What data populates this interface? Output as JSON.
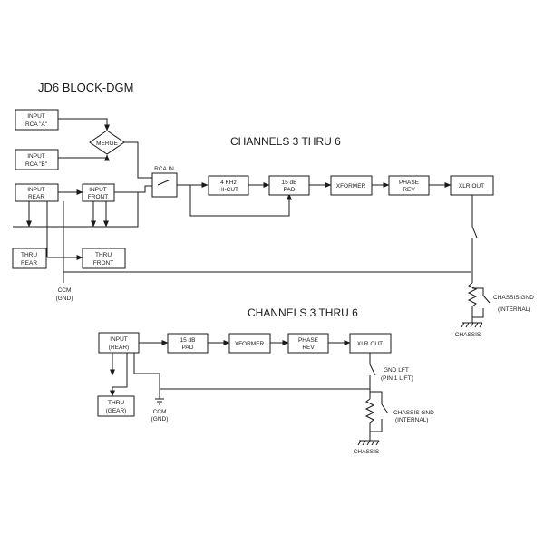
{
  "title": "JD6 BLOCK-DGM",
  "top": {
    "heading": "CHANNELS 3 THRU 6",
    "input_rca_a": [
      "INPUT",
      "RCA \"A\""
    ],
    "input_rca_b": [
      "INPUT",
      "RCA \"B\""
    ],
    "merge": "MERGE",
    "input_rear": [
      "INPUT",
      "REAR"
    ],
    "input_front": [
      "INPUT",
      "FRONT"
    ],
    "thru_rear": [
      "THRU",
      "REAR"
    ],
    "thru_front": [
      "THRU",
      "FRONT"
    ],
    "rca_in": "RCA IN",
    "hicut": [
      "4 KHz",
      "HI-CUT"
    ],
    "pad": [
      "15 dB",
      "PAD"
    ],
    "xformer": "XFORMER",
    "phase": [
      "PHASE",
      "REV"
    ],
    "xlr_out": "XLR OUT",
    "ccm": [
      "CCM",
      "(GND)"
    ],
    "chassis_gnd": [
      "CHASSIS GND",
      "(INTERNAL)"
    ],
    "chassis": "CHASSIS"
  },
  "bottom": {
    "heading": "CHANNELS 3 THRU 6",
    "input_rear": [
      "INPUT",
      "(REAR)"
    ],
    "pad": [
      "15 dB",
      "PAD"
    ],
    "xformer": "XFORMER",
    "phase": [
      "PHASE",
      "REV"
    ],
    "xlr_out": "XLR OUT",
    "thru_gear": [
      "THRU",
      "(GEAR)"
    ],
    "ccm": [
      "CCM",
      "(GND)"
    ],
    "gnd_lift": [
      "GND LFT",
      "(PIN 1 LIFT)"
    ],
    "chassis_gnd": [
      "CHASSIS GND",
      "(INTERNAL)"
    ],
    "chassis": "CHASSIS"
  }
}
